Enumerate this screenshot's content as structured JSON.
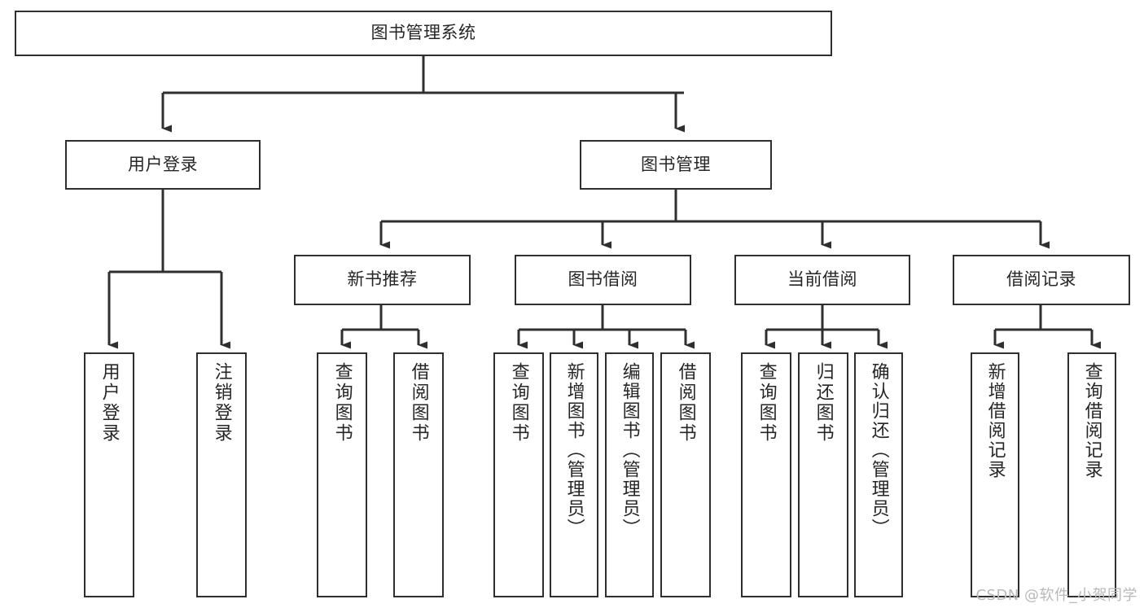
{
  "diagram": {
    "title": "图书管理系统",
    "type": "tree-hierarchy-chart",
    "line_color": "#2f2f2f",
    "box_fill": "#ffffff",
    "text_color": "#262626",
    "watermark": "CSDN @软件_小贺同学"
  },
  "nodes": {
    "root": {
      "label": "图书管理系统"
    },
    "level2": {
      "user_login": {
        "label": "用户登录"
      },
      "book_manage": {
        "label": "图书管理"
      }
    },
    "level3": {
      "new_book_recommend": {
        "label": "新书推荐"
      },
      "book_borrow": {
        "label": "图书借阅"
      },
      "current_borrow": {
        "label": "当前借阅"
      },
      "borrow_record": {
        "label": "借阅记录"
      }
    },
    "leaves": {
      "user_login_children": [
        {
          "label": "用户登录"
        },
        {
          "label": "注销登录"
        }
      ],
      "new_book_recommend_children": [
        {
          "label": "查询图书"
        },
        {
          "label": "借阅图书"
        }
      ],
      "book_borrow_children": [
        {
          "label": "查询图书"
        },
        {
          "label": "新增图书（管理员）"
        },
        {
          "label": "编辑图书（管理员）"
        },
        {
          "label": "借阅图书"
        }
      ],
      "current_borrow_children": [
        {
          "label": "查询图书"
        },
        {
          "label": "归还图书"
        },
        {
          "label": "确认归还（管理员）"
        }
      ],
      "borrow_record_children": [
        {
          "label": "新增借阅记录"
        },
        {
          "label": "查询借阅记录"
        }
      ]
    }
  }
}
